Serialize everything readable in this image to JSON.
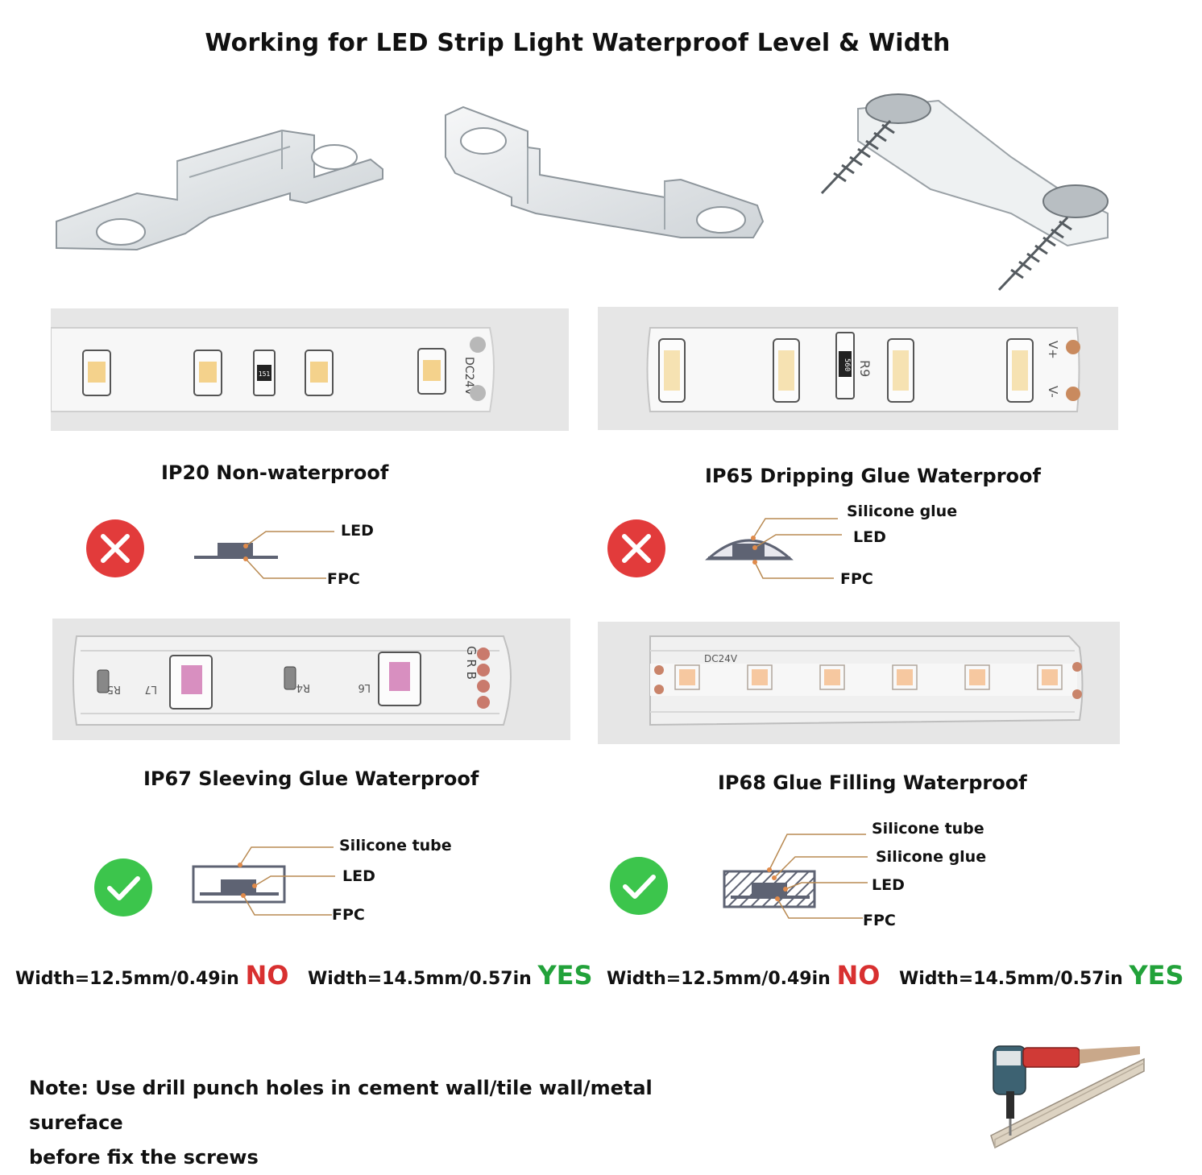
{
  "title": "Working for LED Strip Light Waterproof Level & Width",
  "strips": {
    "ip20": {
      "marking": "DC24V",
      "resistor": "151"
    },
    "ip65": {
      "resistor_code": "560",
      "resistor_label": "R9",
      "plus": "V+",
      "minus": "V-"
    },
    "ip67": {
      "pads": "G R B",
      "labels": [
        "R5",
        "L7",
        "R4",
        "L6"
      ]
    },
    "ip68": {
      "marking": "DC24V"
    }
  },
  "sections": [
    {
      "title": "IP20 Non-waterproof",
      "verdict": "cross",
      "callouts": [
        "LED",
        "FPC"
      ]
    },
    {
      "title": "IP65 Dripping Glue Waterproof",
      "verdict": "cross",
      "callouts": [
        "Silicone glue",
        "LED",
        "FPC"
      ]
    },
    {
      "title": "IP67 Sleeving Glue Waterproof",
      "verdict": "check",
      "callouts": [
        "Silicone tube",
        "LED",
        "FPC"
      ]
    },
    {
      "title": "IP68 Glue Filling Waterproof",
      "verdict": "check",
      "callouts": [
        "Silicone tube",
        "Silicone glue",
        "LED",
        "FPC"
      ]
    }
  ],
  "widths": [
    {
      "text": "Width=12.5mm/0.49in",
      "verdict": "NO"
    },
    {
      "text": "Width=14.5mm/0.57in",
      "verdict": "YES"
    },
    {
      "text": "Width=12.5mm/0.49in",
      "verdict": "NO"
    },
    {
      "text": "Width=14.5mm/0.57in",
      "verdict": "YES"
    }
  ],
  "note": {
    "line1": "Note: Use drill punch holes in cement wall/tile wall/metal sureface",
    "line2": "before fix the screws"
  },
  "colors": {
    "no": "#d83030",
    "yes": "#22a23a",
    "cross_badge": "#e23b3b",
    "check_badge": "#3cc54c",
    "leader": "#b98a52",
    "led_chip": "#5e6373"
  },
  "icons": [
    "clip-icon",
    "screw-icon",
    "cross-icon",
    "check-icon",
    "drill-icon"
  ]
}
